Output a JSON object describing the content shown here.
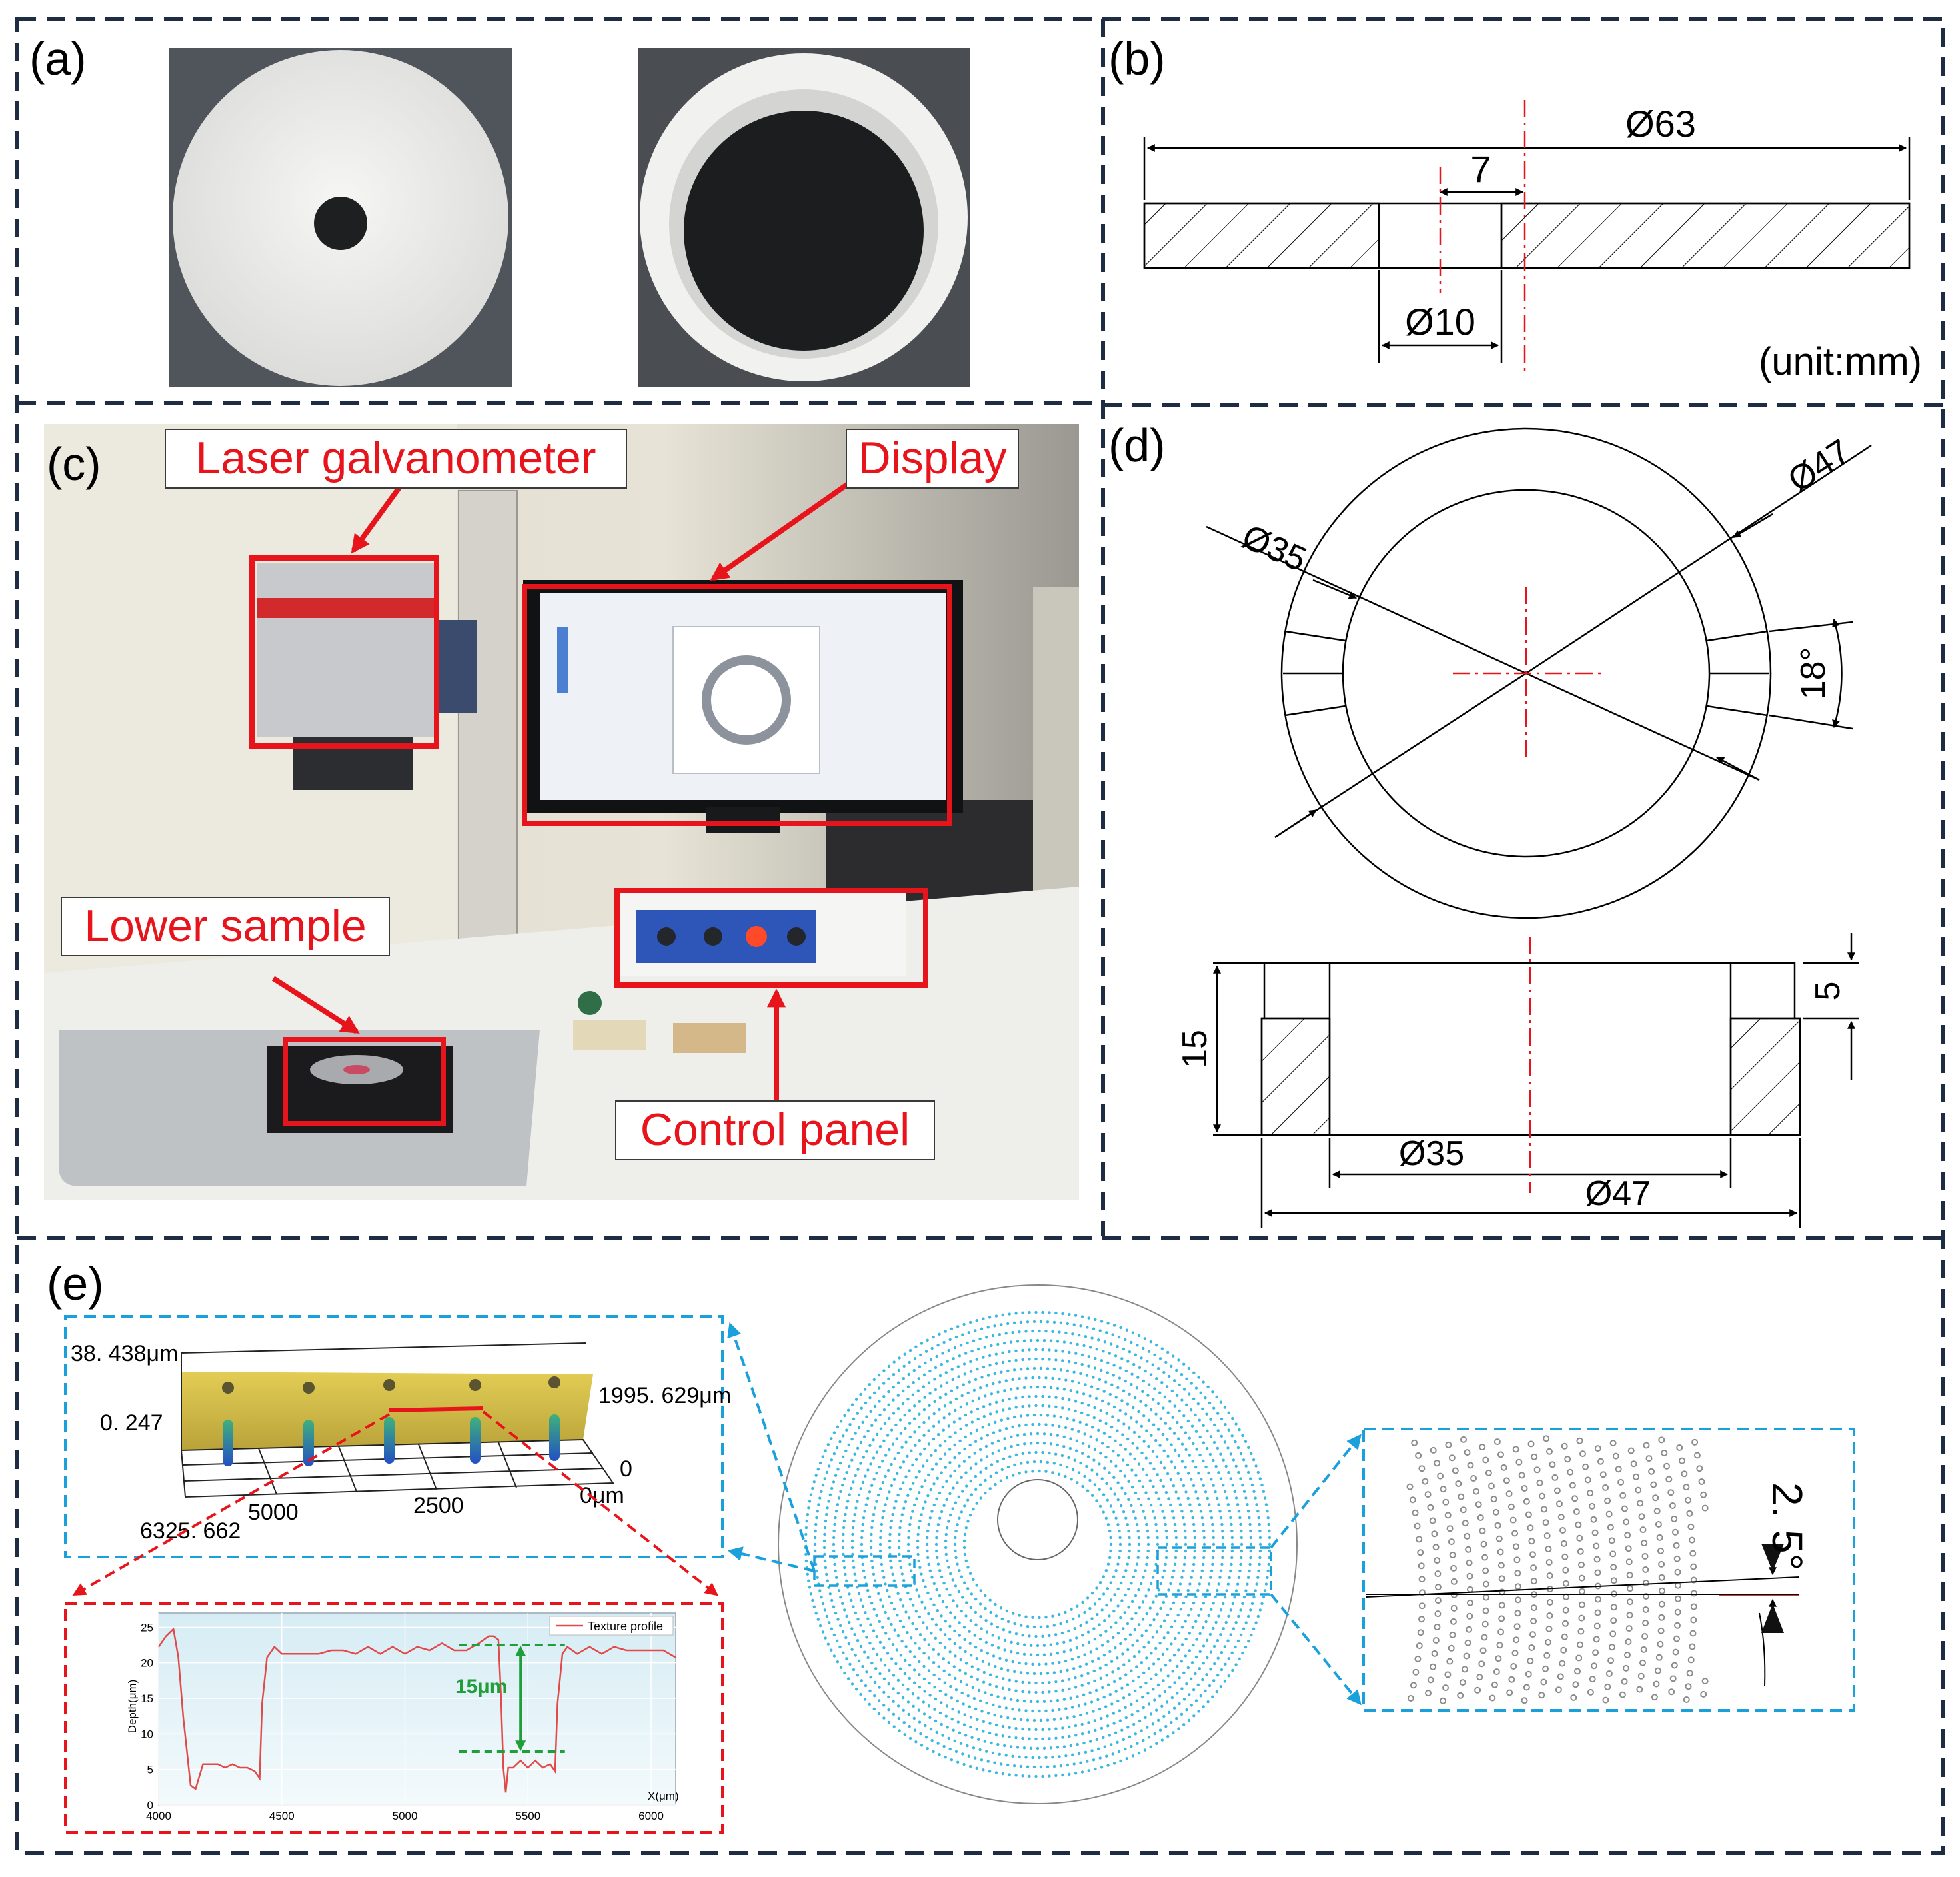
{
  "colors": {
    "frame": "#1f2d44",
    "red_annotation": "#e8141b",
    "blue_annotation": "#1aa0da",
    "centerline": "#e8141b",
    "green_annotation": "#1f9e3a",
    "profile_line": "#e24a4a",
    "texture_dot": "#3cb8e0",
    "surface_yellow": "#d9c24a",
    "surface_blue": "#2b63c9",
    "surface_green": "#2fa86a"
  },
  "panels": {
    "a": {
      "label": "(a)"
    },
    "b": {
      "label": "(b)",
      "dim_outer": "Ø63",
      "dim_offset": "7",
      "dim_hole": "Ø10",
      "unit_note": "(unit:mm)"
    },
    "c": {
      "label": "(c)",
      "callouts": {
        "galvanometer": "Laser galvanometer",
        "display": "Display",
        "lower_sample": "Lower sample",
        "control_panel": "Control panel"
      }
    },
    "d": {
      "label": "(d)",
      "top_view": {
        "dim_inner": "Ø35",
        "dim_outer": "Ø47",
        "dim_angle": "18°"
      },
      "side_view": {
        "dim_height": "15",
        "dim_step": "5",
        "dim_inner": "Ø35",
        "dim_outer": "Ø47"
      }
    },
    "e": {
      "label": "(e)",
      "surface3d": {
        "z_max": "38. 438μm",
        "z_min": "0. 247",
        "y_extent": "1995. 629μm",
        "y_zero": "0",
        "x_zero": "0μm",
        "x_tick_a": "5000",
        "x_tick_b": "2500",
        "x_extent": "6325. 662"
      },
      "profile_chart": {
        "legend": "Texture profile",
        "xlabel": "X(μm)",
        "ylabel": "Depth(μm)",
        "depth_annotation": "15μm"
      },
      "zoom_angle": "2. 5°"
    }
  },
  "chart_data": {
    "type": "line",
    "title": "",
    "xlabel": "X(μm)",
    "ylabel": "Depth(μm)",
    "xlim": [
      4000,
      6100
    ],
    "ylim": [
      0,
      27
    ],
    "x_ticks": [
      4000,
      4500,
      5000,
      5500,
      6000
    ],
    "y_ticks": [
      0,
      5,
      10,
      15,
      20,
      25
    ],
    "grid": true,
    "legend_position": "top-right",
    "series": [
      {
        "name": "Texture profile",
        "x": [
          4000,
          4030,
          4060,
          4080,
          4100,
          4130,
          4150,
          4180,
          4210,
          4240,
          4270,
          4300,
          4330,
          4360,
          4390,
          4410,
          4420,
          4440,
          4470,
          4500,
          4550,
          4600,
          4650,
          4700,
          4750,
          4800,
          4850,
          4900,
          4950,
          5000,
          5050,
          5100,
          5150,
          5200,
          5250,
          5300,
          5340,
          5360,
          5380,
          5390,
          5400,
          5410,
          5420,
          5440,
          5470,
          5500,
          5530,
          5560,
          5590,
          5610,
          5620,
          5640,
          5660,
          5700,
          5750,
          5800,
          5850,
          5900,
          5950,
          6000,
          6050,
          6100
        ],
        "y": [
          22,
          24,
          24.5,
          21,
          12,
          3,
          2,
          6,
          5.5,
          6,
          5,
          6,
          5,
          5.5,
          4.5,
          4,
          14,
          21,
          22,
          21.5,
          21,
          21.5,
          21,
          22,
          21.5,
          21.5,
          22,
          21.5,
          22,
          21.5,
          22,
          22,
          22.5,
          22,
          21.5,
          23,
          23.5,
          24,
          23,
          16,
          5,
          2,
          5,
          5.5,
          6,
          5.5,
          6,
          5.5,
          5.5,
          5,
          14,
          21.5,
          22,
          21.5,
          22,
          21.5,
          22,
          22,
          21.5,
          22,
          21.5,
          21
        ]
      }
    ],
    "annotation": {
      "text": "15μm",
      "y_top": 22.5,
      "y_bottom": 7.5
    }
  }
}
